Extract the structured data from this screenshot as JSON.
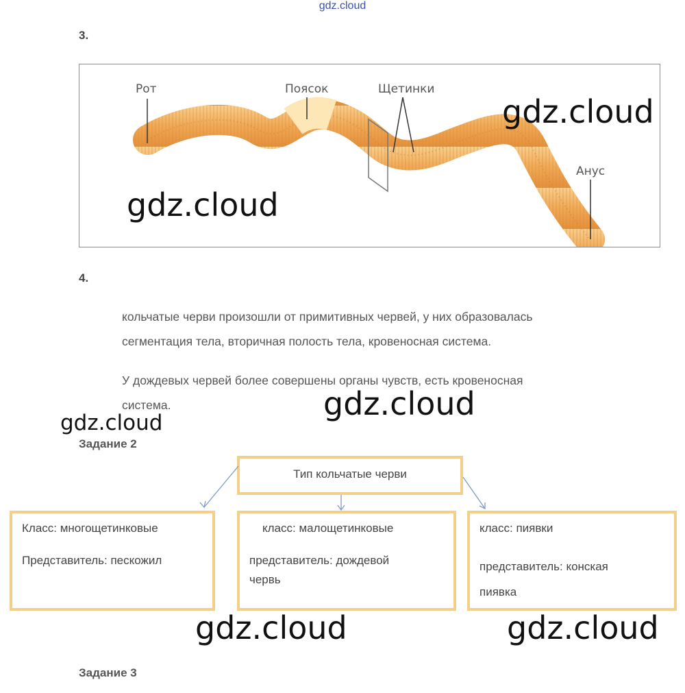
{
  "header_watermark": "gdz.cloud",
  "watermarks": [
    "gdz.cloud",
    "gdz.cloud",
    "gdz.cloud",
    "gdz.cloud",
    "gdz.cloud",
    "gdz.cloud"
  ],
  "section3": {
    "number": "3.",
    "figure_labels": {
      "mouth": "Рот",
      "girdle": "Поясок",
      "bristles": "Щетинки",
      "anus": "Анус"
    }
  },
  "section4": {
    "number": "4.",
    "paragraph1_line1": "кольчатые черви произошли от примитивных червей, у них образовалась",
    "paragraph1_line2": "сегментация тела, вторичная полость тела, кровеносная система.",
    "paragraph2_line1": "У дождевых червей более совершены органы чувств, есть кровеносная",
    "paragraph2_line2": "система."
  },
  "task2": {
    "title": "Задание 2",
    "root": "Тип кольчатые черви",
    "classes": [
      {
        "class": "Класс: многощетинковые",
        "rep_line1": "Представитель: пескожил",
        "rep_line2": ""
      },
      {
        "class": "класс: малощетинковые",
        "rep_line1": "представитель: дождевой",
        "rep_line2": "червь"
      },
      {
        "class": "класс: пиявки",
        "rep_line1": "представитель: конская",
        "rep_line2": "пиявка"
      }
    ]
  },
  "task3": {
    "title": "Задание 3"
  },
  "colors": {
    "box_border": "#f4cf8a",
    "worm_body": "#f2b468",
    "arrow": "#7f98c8",
    "watermark_header": "#3a4fb0"
  }
}
